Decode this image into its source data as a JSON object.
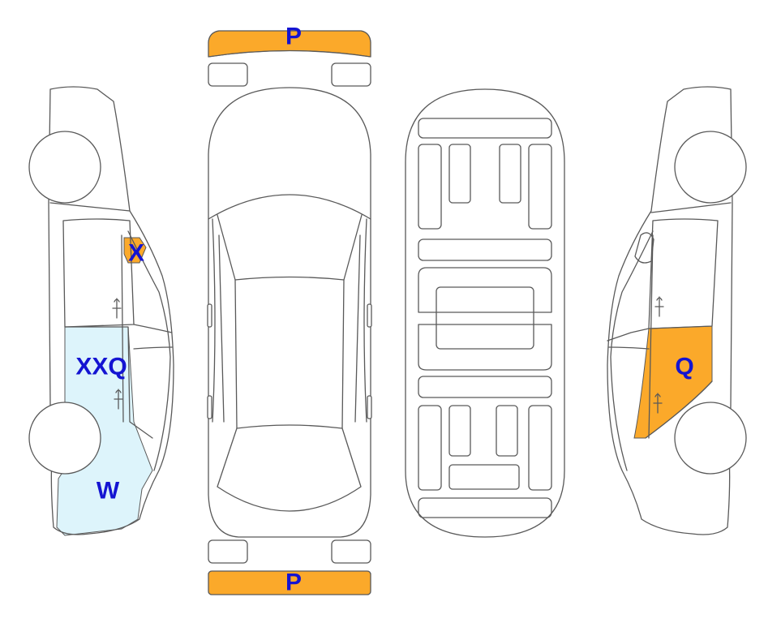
{
  "colors": {
    "orange": "#FBA92A",
    "light_blue": "#DDF4FB",
    "marker_text": "#1414D2",
    "outline": "#595959"
  },
  "markers": {
    "front_bumper": "P",
    "rear_bumper": "P",
    "left_front_door_mirror": "X",
    "left_rear_door": "XXQ",
    "left_rear_quarter": "W",
    "right_rear_door": "Q"
  }
}
